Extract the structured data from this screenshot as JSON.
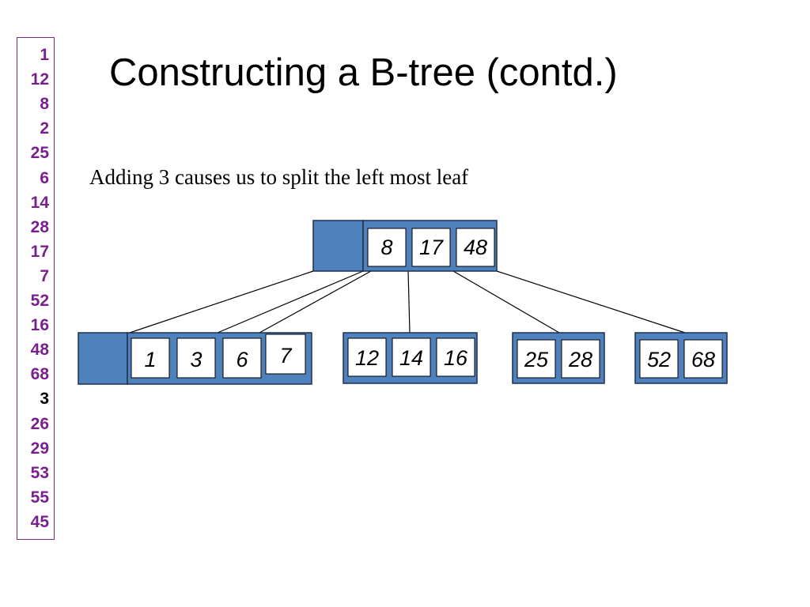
{
  "slide": {
    "title": "Constructing a B-tree (contd.)",
    "subtitle": "Adding 3 causes us to split the left most leaf"
  },
  "insert_sequence": {
    "values": [
      "1",
      "12",
      "8",
      "2",
      "25",
      "6",
      "14",
      "28",
      "17",
      "7",
      "52",
      "16",
      "48",
      "68",
      "3",
      "26",
      "29",
      "53",
      "55",
      "45"
    ],
    "current_index": 14,
    "colors": {
      "pending": "#7a1f8e",
      "current": "#000000",
      "border": "#7a2a7a"
    }
  },
  "tree": {
    "colors": {
      "node_fill": "#4f81bd",
      "node_border": "#1f2f4f",
      "key_fill": "#ffffff",
      "edge": "#000000"
    },
    "root": {
      "keys": [
        "8",
        "17",
        "48"
      ]
    },
    "leaves": [
      {
        "keys": [
          "1",
          "3",
          "6",
          "7"
        ]
      },
      {
        "keys": [
          "12",
          "14",
          "16"
        ]
      },
      {
        "keys": [
          "25",
          "28"
        ]
      },
      {
        "keys": [
          "52",
          "68"
        ]
      }
    ]
  }
}
